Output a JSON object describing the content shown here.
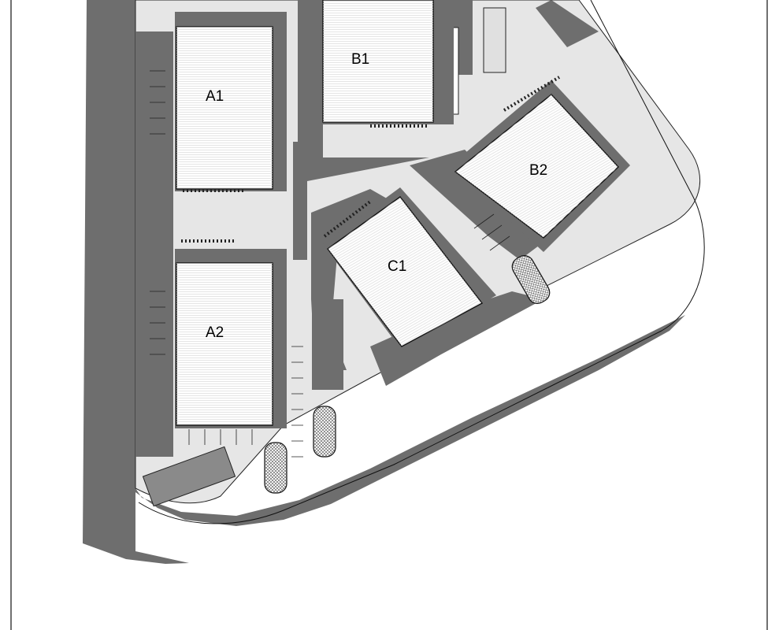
{
  "buildings": [
    {
      "id": "A1",
      "label": "A1"
    },
    {
      "id": "B1",
      "label": "B1"
    },
    {
      "id": "B2",
      "label": "B2"
    },
    {
      "id": "C1",
      "label": "C1"
    },
    {
      "id": "A2",
      "label": "A2"
    }
  ],
  "cars_count": 3,
  "colors": {
    "shadow": "#6e6e6e",
    "paving": "#e6e6e6",
    "roof": "#ffffff",
    "line": "#111111"
  }
}
